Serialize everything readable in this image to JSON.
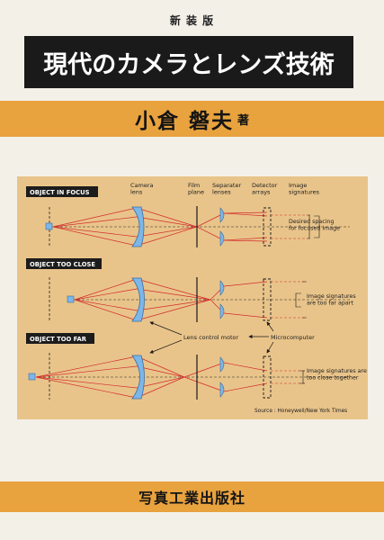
{
  "cover": {
    "edition": "新 装 版",
    "title": "現代のカメラとレンズ技術",
    "author": "小倉 磐夫",
    "author_suffix": "著",
    "publisher": "写真工業出版社"
  },
  "figure": {
    "column_headers": {
      "camera_lens": [
        "Camera",
        "lens"
      ],
      "film_plane": [
        "Film",
        "plane"
      ],
      "separator_lenses": [
        "Separater",
        "lenses"
      ],
      "detector_arrays": [
        "Detector",
        "arrays"
      ],
      "image_signatures": [
        "Image",
        "signatures"
      ]
    },
    "panel_labels": [
      "OBJECT IN FOCUS",
      "OBJECT TOO CLOSE",
      "OBJECT TOO FAR"
    ],
    "callouts": {
      "focus": [
        "Desired spacing",
        "for focused image"
      ],
      "close": [
        "Image signatures",
        "are too far apart"
      ],
      "far": [
        "Image signatures are",
        "too close together"
      ]
    },
    "lens_control_motor": "Lens control motor",
    "microcomputer": "Microcomputer",
    "source": "Source : Honeywell/New York Times",
    "colors": {
      "panel_bg": "#e9c48a",
      "rays": "#d22c2c",
      "lens": "#7db6e8",
      "label_box": "#1c1c1c"
    }
  }
}
